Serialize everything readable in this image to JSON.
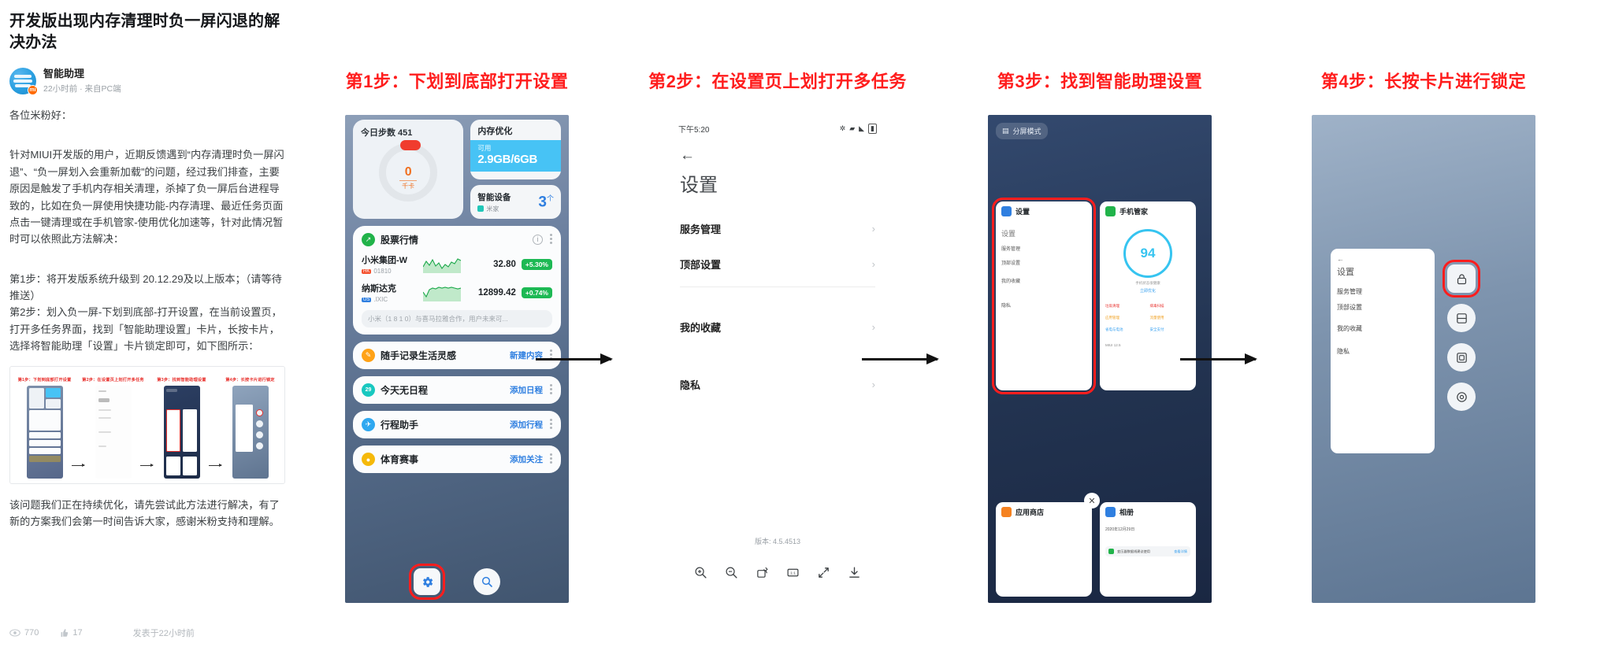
{
  "article": {
    "title": "开发版出现内存清理时负一屏闪退的解决办法",
    "author": "智能助理",
    "meta": "22小时前 · 来自PC端",
    "greeting": "各位米粉好：",
    "paragraph1": "针对MIUI开发版的用户，近期反馈遇到“内存清理时负一屏闪退”、“负一屏划入会重新加载”的问题，经过我们排查，主要原因是触发了手机内存相关清理，杀掉了负一屏后台进程导致的，比如在负一屏使用快捷功能-内存清理、最近任务页面点击一键清理或在手机管家-使用优化加速等，针对此情况暂时可以依照此方法解决：",
    "paragraph2": "第1步：将开发版系统升级到 20.12.29及以上版本；（请等待推送）\n第2步：划入负一屏-下划到底部-打开设置，在当前设置页，打开多任务界面，找到「智能助理设置」卡片，长按卡片，选择将智能助理「设置」卡片锁定即可，如下图所示：",
    "closing": "该问题我们正在持续优化，请先尝试此方法进行解决，有了新的方案我们会第一时间告诉大家，感谢米粉支持和理解。",
    "footer": {
      "views": "770",
      "likes": "17",
      "published": "发表于22小时前"
    }
  },
  "steps": [
    {
      "id": "step-1",
      "title": "第1步：下划到底部打开设置",
      "phone": {
        "steps_card": {
          "label": "今日步数 451",
          "value": "0",
          "unit": "千卡"
        },
        "memory_card": {
          "title": "内存优化",
          "sub": "可用",
          "value": "2.9GB/6GB"
        },
        "devices_card": {
          "title": "智能设备",
          "sub": "米家",
          "count": "3",
          "unit": "个"
        },
        "stock_card": {
          "title": "股票行情",
          "rows": [
            {
              "name": "小米集团-W",
              "code": "01810",
              "tag": "HK",
              "price": "32.80",
              "change": "+5.30%"
            },
            {
              "name": "纳斯达克",
              "code": ".IXIC",
              "tag": "US",
              "price": "12899.42",
              "change": "+0.74%"
            }
          ],
          "news": "小米（1 8 1 0）与喜马拉雅合作，用户未来可..."
        },
        "rows": [
          {
            "title": "随手记录生活灵感",
            "action": "新建内容",
            "color": "#ffa216"
          },
          {
            "title": "今天无日程",
            "action": "添加日程",
            "color": "#18c8c0",
            "badge": "29"
          },
          {
            "title": "行程助手",
            "action": "添加行程",
            "color": "#2fa8f0"
          },
          {
            "title": "体育赛事",
            "action": "添加关注",
            "color": "#f5b90a"
          }
        ],
        "fab_settings": "gear-icon",
        "fab_search": "search-icon"
      }
    },
    {
      "id": "step-2",
      "title": "第2步：在设置页上划打开多任务",
      "phone": {
        "status_time": "下午5:20",
        "heading": "设置",
        "rows": [
          "服务管理",
          "顶部设置",
          "我的收藏",
          "隐私"
        ],
        "version": "版本: 4.5.4513",
        "tools": [
          "zoom-in-icon",
          "zoom-out-icon",
          "rotate-icon",
          "actual-size-icon",
          "fullscreen-icon",
          "download-icon"
        ]
      }
    },
    {
      "id": "step-3",
      "title": "第3步：找到智能助理设置",
      "phone": {
        "split_mode": "分屏模式",
        "cards": [
          {
            "title": "设置",
            "highlight": true,
            "rows": [
              "设置",
              "服务管理",
              "顶部设置",
              "我的收藏",
              "隐私"
            ]
          },
          {
            "title": "手机管家",
            "score": "94",
            "sub": "手机状态很健康",
            "action": "立即优化",
            "tiles": [
              "垃圾清理",
              "病毒扫描",
              "应用管理",
              "流量使用",
              "省电与电池",
              "安全支付"
            ],
            "foot": "MIUI 12.5"
          }
        ],
        "cards_bottom": [
          {
            "title": "应用商店"
          },
          {
            "title": "相册",
            "label": "2020年12月29日",
            "badge": "变压器数据线建议使用",
            "action": "查看详情"
          }
        ]
      }
    },
    {
      "id": "step-4",
      "title": "第4步：长按卡片进行锁定",
      "phone": {
        "card_title": "设置",
        "card_rows": [
          "服务管理",
          "顶部设置",
          "我的收藏",
          "隐私"
        ],
        "menu": [
          {
            "icon": "lock-icon",
            "highlight": true
          },
          {
            "icon": "split-screen-icon",
            "highlight": false
          },
          {
            "icon": "small-window-icon",
            "highlight": false
          },
          {
            "icon": "app-info-icon",
            "highlight": false
          }
        ]
      }
    }
  ],
  "colors": {
    "step_title": "#ff1d1d",
    "highlight": "#ff1d1d",
    "accent_blue": "#2f7fe0",
    "positive_green": "#1db954"
  }
}
